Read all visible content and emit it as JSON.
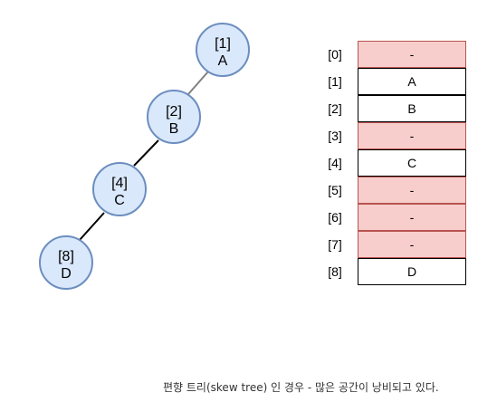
{
  "tree": {
    "nodes": [
      {
        "index_label": "[1]",
        "value": "A"
      },
      {
        "index_label": "[2]",
        "value": "B"
      },
      {
        "index_label": "[4]",
        "value": "C"
      },
      {
        "index_label": "[8]",
        "value": "D"
      }
    ]
  },
  "array": {
    "cells": [
      {
        "index_label": "[0]",
        "value": "-",
        "empty": true
      },
      {
        "index_label": "[1]",
        "value": "A",
        "empty": false
      },
      {
        "index_label": "[2]",
        "value": "B",
        "empty": false
      },
      {
        "index_label": "[3]",
        "value": "-",
        "empty": true
      },
      {
        "index_label": "[4]",
        "value": "C",
        "empty": false
      },
      {
        "index_label": "[5]",
        "value": "-",
        "empty": true
      },
      {
        "index_label": "[6]",
        "value": "-",
        "empty": true
      },
      {
        "index_label": "[7]",
        "value": "-",
        "empty": true
      },
      {
        "index_label": "[8]",
        "value": "D",
        "empty": false
      }
    ]
  },
  "caption": "편향 트리(skew tree) 인 경우 - 많은 공간이 낭비되고 있다.",
  "colors": {
    "node_fill": "#dae8fc",
    "node_stroke": "#6c8ebf",
    "empty_cell_fill": "#f8cecc",
    "empty_cell_stroke": "#b85450",
    "first_edge": "#808080",
    "edge": "#000000"
  }
}
